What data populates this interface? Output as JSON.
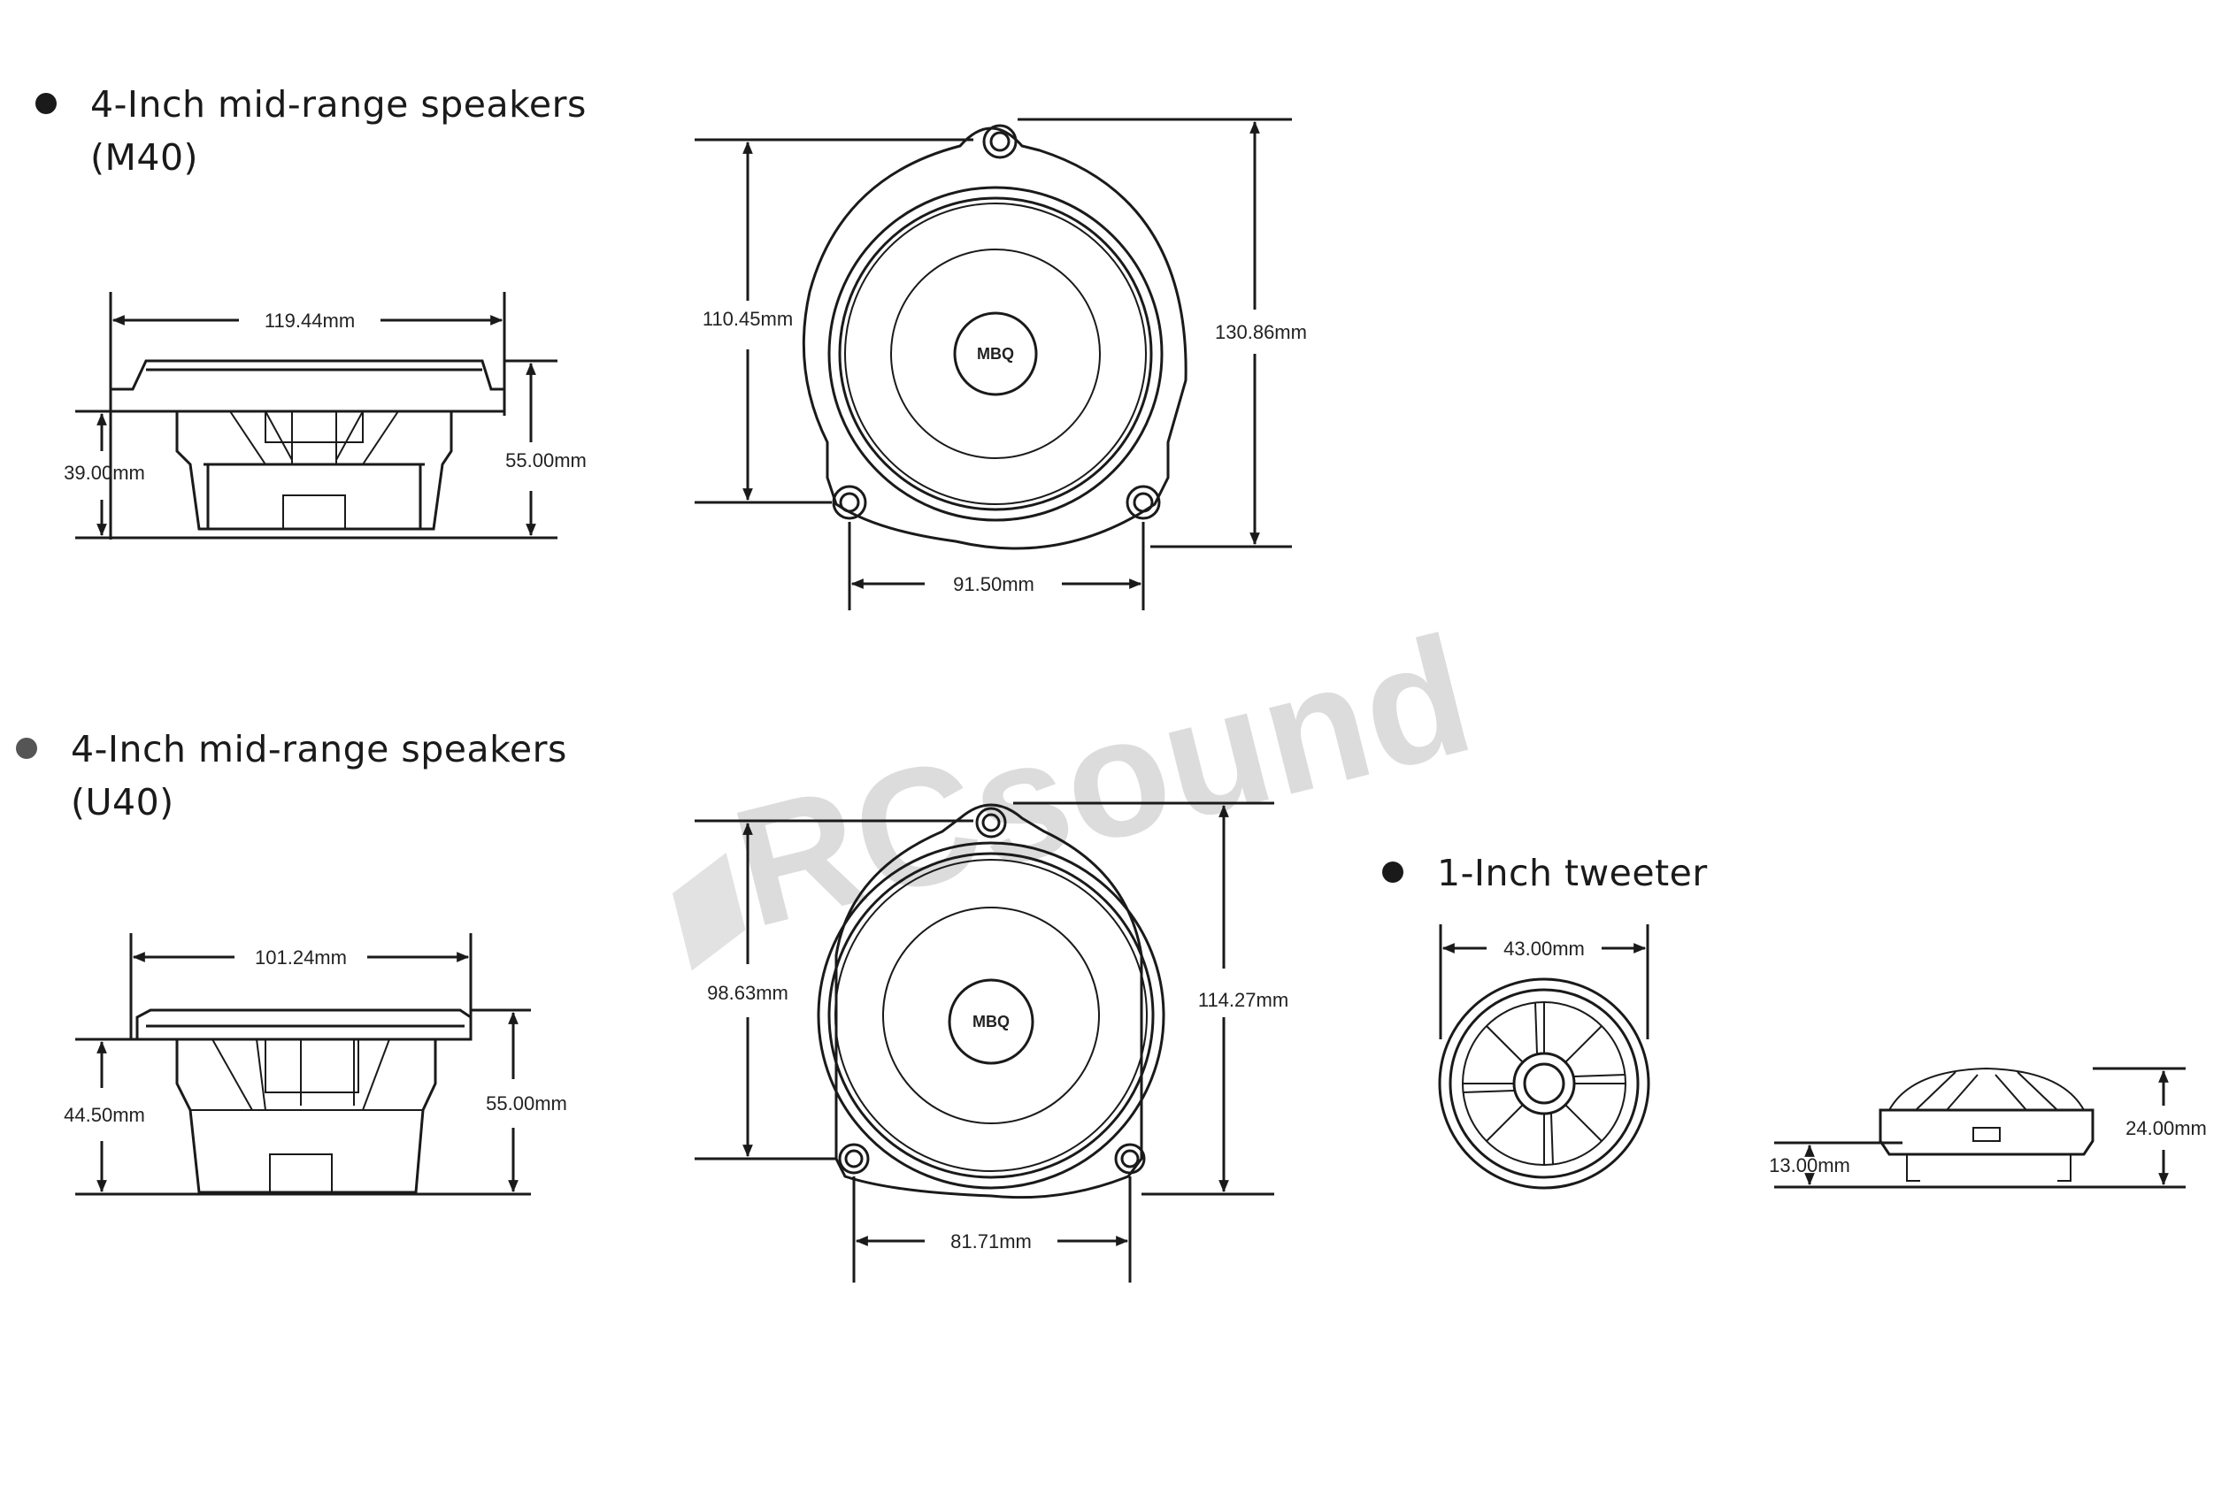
{
  "sections": [
    {
      "title": "4-Inch mid-range speakers",
      "model": "(M40)"
    },
    {
      "title": "4-Inch mid-range speakers",
      "model": "(U40)"
    },
    {
      "title": "1-Inch tweeter"
    }
  ],
  "m40": {
    "side_width": "119.44mm",
    "side_depth": "39.00mm",
    "side_height": "55.00mm",
    "front_inner_height": "110.45mm",
    "front_total_height": "130.86mm",
    "front_hole_spacing": "91.50mm",
    "logo": "MBQ"
  },
  "u40": {
    "side_width": "101.24mm",
    "side_depth": "44.50mm",
    "side_height": "55.00mm",
    "front_inner_height": "98.63mm",
    "front_total_height": "114.27mm",
    "front_hole_spacing": "81.71mm",
    "logo": "MBQ"
  },
  "tweeter": {
    "diameter": "43.00mm",
    "depth": "13.00mm",
    "height": "24.00mm"
  },
  "watermark": {
    "text": "RCsound"
  },
  "colors": {
    "ink": "#1a1a1a",
    "watermark": "#dcdcdc",
    "background": "#ffffff"
  }
}
